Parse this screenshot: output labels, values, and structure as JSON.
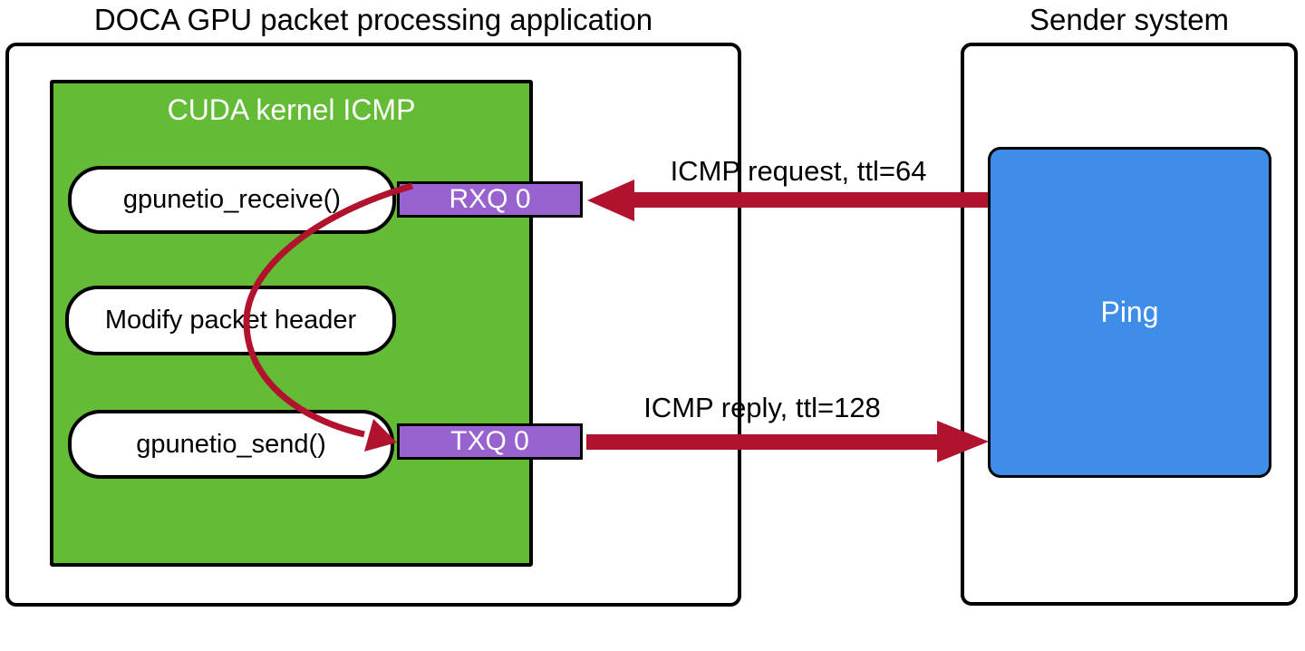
{
  "colors": {
    "green": "#64bb36",
    "purple": "#9963cf",
    "blue": "#3e8ee9",
    "red": "#b1122d"
  },
  "doca_panel": {
    "title": "DOCA GPU packet processing application",
    "cuda_kernel": {
      "title": "CUDA kernel ICMP",
      "steps": [
        {
          "label": "gpunetio_receive()"
        },
        {
          "label": "Modify packet header"
        },
        {
          "label": "gpunetio_send()"
        }
      ]
    },
    "queues": [
      {
        "label": "RXQ 0"
      },
      {
        "label": "TXQ 0"
      }
    ]
  },
  "sender_panel": {
    "title": "Sender system",
    "app": {
      "label": "Ping"
    }
  },
  "flows": [
    {
      "label": "ICMP request, ttl=64",
      "from": "Ping",
      "to": "RXQ 0",
      "direction": "right-to-left"
    },
    {
      "label": "ICMP reply, ttl=128",
      "from": "TXQ 0",
      "to": "Ping",
      "direction": "left-to-right"
    }
  ]
}
